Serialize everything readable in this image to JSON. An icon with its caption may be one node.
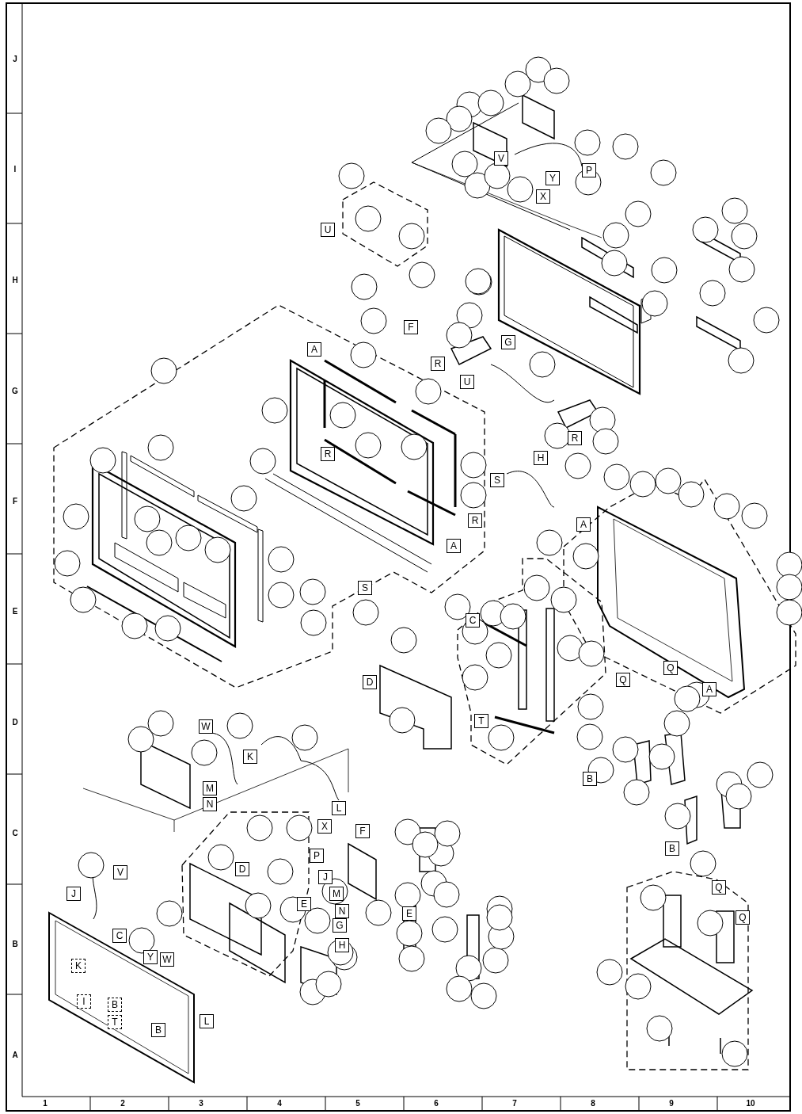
{
  "diagram": {
    "labels": [
      "J",
      "I",
      "H",
      "G",
      "F",
      "E",
      "D",
      "C",
      "B",
      "A",
      "V",
      "Y",
      "P",
      "X",
      "U",
      "F",
      "A",
      "G",
      "R",
      "U",
      "R",
      "R",
      "H",
      "S",
      "R",
      "A",
      "A",
      "S",
      "C",
      "Q",
      "Q",
      "A",
      "D",
      "T",
      "W",
      "K",
      "M",
      "N",
      "B",
      "L",
      "X",
      "F",
      "P",
      "D",
      "V",
      "J",
      "J",
      "Q",
      "B",
      "M",
      "E",
      "N",
      "E",
      "Q",
      "G",
      "C",
      "H",
      "Y",
      "W",
      "K",
      "I",
      "B",
      "T",
      "B",
      "L",
      "1",
      "2",
      "3",
      "4",
      "5",
      "6",
      "7",
      "8",
      "9",
      "10"
    ]
  }
}
